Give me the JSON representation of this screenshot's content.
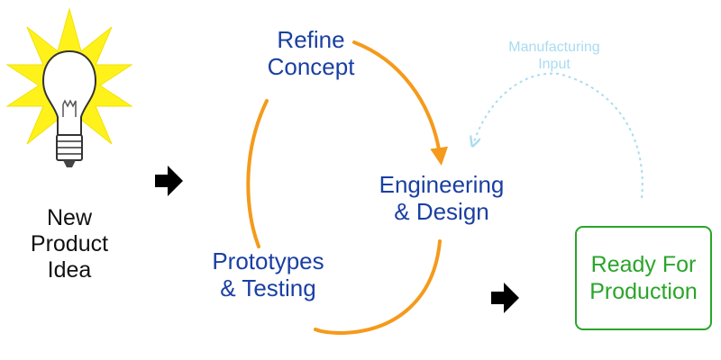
{
  "idea": {
    "line1": "New",
    "line2": "Product",
    "line3": "Idea"
  },
  "cycle": {
    "refine": {
      "line1": "Refine",
      "line2": "Concept"
    },
    "engineering": {
      "line1": "Engineering",
      "line2": "& Design"
    },
    "prototypes": {
      "line1": "Prototypes",
      "line2": "& Testing"
    }
  },
  "feedback": {
    "line1": "Manufacturing",
    "line2": "Input"
  },
  "ready": {
    "line1": "Ready For",
    "line2": "Production"
  },
  "colors": {
    "cycle_arrow": "#f59a1b",
    "cycle_text": "#1a3fa3",
    "feedback": "#a8dcf0",
    "ready": "#2aa52a",
    "bulb_burst": "#fff21a",
    "connector_arrow": "#000000"
  },
  "icons": [
    "lightbulb-icon",
    "right-arrow-icon"
  ]
}
